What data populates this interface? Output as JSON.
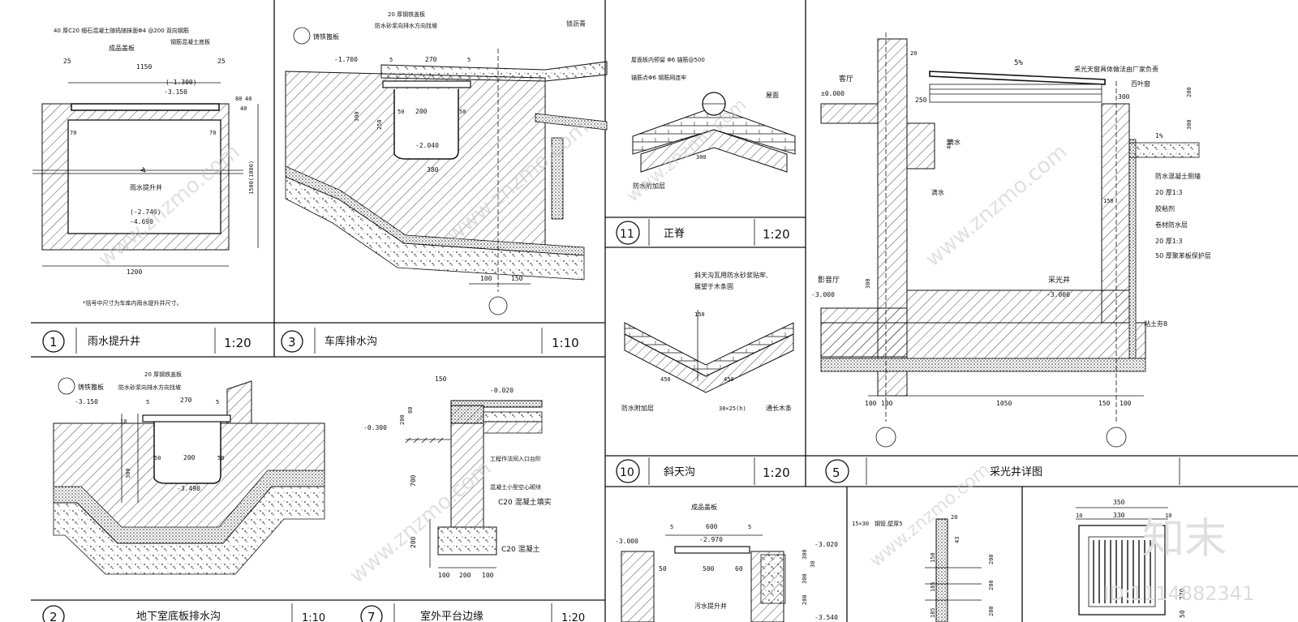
{
  "details": {
    "d1": {
      "num": "1",
      "title": "雨水提升井",
      "scale": "1:20",
      "notes": {
        "top1": "40 厚C20 细石混凝土随捣随抹面Φ4 @200 双向钢筋",
        "top2": "钢筋混凝土底板",
        "cover": "成品盖板",
        "well": "雨水提升井",
        "footnote": "*括号中尺寸为车库内雨水提升井尺寸。"
      },
      "dims": {
        "d25a": "25",
        "d1150": "1150",
        "d25b": "25",
        "d1200": "1200",
        "h1500": "1500(1000)",
        "h80": "80",
        "h40a": "40",
        "h40b": "40",
        "d70a": "70",
        "d70b": "70"
      },
      "levels": {
        "l1": "(-1.300)",
        "l2": "-3.150",
        "l3": "(-2.740)",
        "l4": "-4.690"
      }
    },
    "d3": {
      "num": "3",
      "title": "车库排水沟",
      "scale": "1:10",
      "notes": {
        "grate": "铸铁篦板",
        "plate": "20 厚钢铁盖板",
        "mortar": "防水砂浆向排水方向找坡",
        "asphalt": "锁沥青"
      },
      "dims": {
        "d5a": "5",
        "d270": "270",
        "d5b": "5",
        "d200": "200",
        "d50a": "50",
        "d50b": "50",
        "d380": "380",
        "d100": "100",
        "d150": "150",
        "h300": "300",
        "h250": "250"
      },
      "levels": {
        "l1": "-1.700",
        "l2": "-2.040"
      }
    },
    "d2": {
      "num": "2",
      "title": "地下室底板排水沟",
      "scale": "1:10",
      "notes": {
        "grate": "铸铁篦板",
        "plate": "20 厚钢铁盖板",
        "mortar": "防水砂浆向排水方向找坡"
      },
      "dims": {
        "d5a": "5",
        "d270": "270",
        "d5b": "5",
        "d200": "200",
        "d50a": "50",
        "d50b": "50",
        "h300": "300",
        "h10": "10"
      },
      "levels": {
        "l1": "-3.150",
        "l2": "-3.490"
      }
    },
    "d7": {
      "num": "7",
      "title": "室外平台边缘",
      "scale": "1:20",
      "notes": {
        "n1": "工程作法同入口台阶",
        "n2": "混凝土小型空心砌块",
        "n3": "C20 混凝土填实",
        "n4": "C20 混凝土"
      },
      "dims": {
        "d150": "150",
        "d80": "80",
        "h200": "200",
        "h700": "700",
        "h200b": "200",
        "d100a": "100",
        "d200": "200",
        "d100b": "100"
      },
      "levels": {
        "l1": "-0.020",
        "l2": "-0.300"
      }
    },
    "d11": {
      "num": "11",
      "title": "正脊",
      "scale": "1:20",
      "notes": {
        "n1": "屋面板内预留 Φ6 锚筋@500",
        "n2": "锚筋点Φ6 钢筋网连牢",
        "n3": "屋面",
        "n4": "防水附加层",
        "d300": "300"
      }
    },
    "d10": {
      "num": "10",
      "title": "斜天沟",
      "scale": "1:20",
      "notes": {
        "n1": "斜天沟瓦用防水砂浆贴牢,",
        "n2": "展望于木条固",
        "d150": "150",
        "d450a": "450",
        "d450b": "450",
        "n3": "防水附加层",
        "n4": "30×25(h)",
        "n5": "通长木条"
      }
    },
    "d5": {
      "num": "5",
      "title": "采光井详图",
      "notes": {
        "n1": "采光天窗具体做法由厂家负责",
        "slope": "5%",
        "louver": "百叶窗",
        "living": "客厅",
        "lvl0": "±0.000",
        "drip1": "滴水",
        "drip2": "滴水",
        "avroom": "影音厅",
        "lvl3": "-3.000",
        "well": "采光井",
        "lvl3b": "-3.000",
        "wall": "防水混凝土侧墙",
        "m1": "20 厚1:3",
        "m2": "胶粘剂",
        "m3": "卷材防水层",
        "m4": "20 厚1:3",
        "m5": "50 厚聚苯板保护层",
        "soil": "粘土夯8",
        "slope2": "1%"
      },
      "dims": {
        "d250": "250",
        "d300": "300",
        "h200": "200",
        "h300": "300",
        "h400": "400",
        "h300b": "300",
        "d150": "150",
        "d100a": "100",
        "d100b": "100",
        "d1050": "1050",
        "d150b": "150",
        "d100c": "100",
        "d20": "20"
      }
    },
    "d_bottom": {
      "cover": "成品盖板",
      "d600": "600",
      "d5a": "5",
      "d5b": "5",
      "l1": "-3.000",
      "l2": "-2.970",
      "l3": "-3.020",
      "d50": "50",
      "d500": "500",
      "d60": "60",
      "h300a": "300",
      "h30": "30",
      "h300b": "300",
      "h200": "200",
      "well": "污水提升井",
      "l4": "-3.540"
    },
    "d_rail": {
      "note": "钢管,壁厚5",
      "d15": "15×30",
      "d20": "20",
      "h150": "150",
      "h185a": "185",
      "h185b": "185",
      "h200a": "200",
      "h200b": "200",
      "h200c": "200",
      "h43": "43"
    },
    "d_grate": {
      "d350": "350",
      "d330": "330",
      "d10a": "10",
      "d10b": "10",
      "h270": "270",
      "h50": "50"
    }
  },
  "watermark": {
    "brand": "知末",
    "id": "ID:1114882341",
    "repeat": "www.znzmo.com"
  }
}
